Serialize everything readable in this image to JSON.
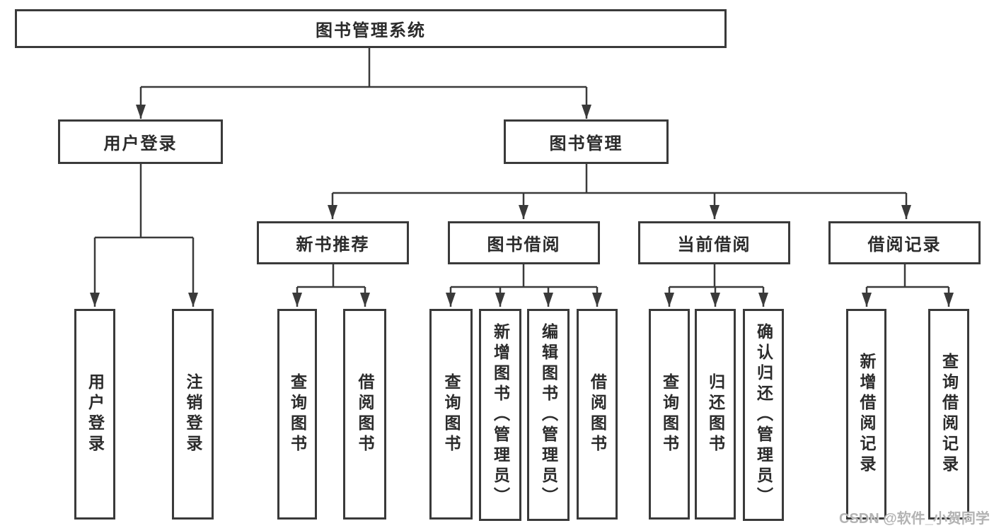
{
  "diagram": {
    "root": {
      "label": "图书管理系统"
    },
    "level2": [
      {
        "label": "用户登录"
      },
      {
        "label": "图书管理"
      }
    ],
    "level3": [
      {
        "label": "新书推荐"
      },
      {
        "label": "图书借阅"
      },
      {
        "label": "当前借阅"
      },
      {
        "label": "借阅记录"
      }
    ],
    "leaves": {
      "user_login": [
        {
          "label": "用户登录"
        },
        {
          "label": "注销登录"
        }
      ],
      "new_book": [
        {
          "label": "查询图书"
        },
        {
          "label": "借阅图书"
        }
      ],
      "book_borrow": [
        {
          "label": "查询图书"
        },
        {
          "label": "新增图书（管理员）"
        },
        {
          "label": "编辑图书（管理员）"
        },
        {
          "label": "借阅图书"
        }
      ],
      "current_borrow": [
        {
          "label": "查询图书"
        },
        {
          "label": "归还图书"
        },
        {
          "label": "确认归还（管理员）"
        }
      ],
      "borrow_record": [
        {
          "label": "新增借阅记录"
        },
        {
          "label": "查询借阅记录"
        }
      ]
    }
  },
  "watermark": {
    "text": "CSDN @软件_小贺同学"
  },
  "colors": {
    "line": "#3a3a3a",
    "box_border": "#3a3a3a",
    "text": "#2b2b2b",
    "watermark": "#b3b3b3",
    "background": "#ffffff"
  }
}
